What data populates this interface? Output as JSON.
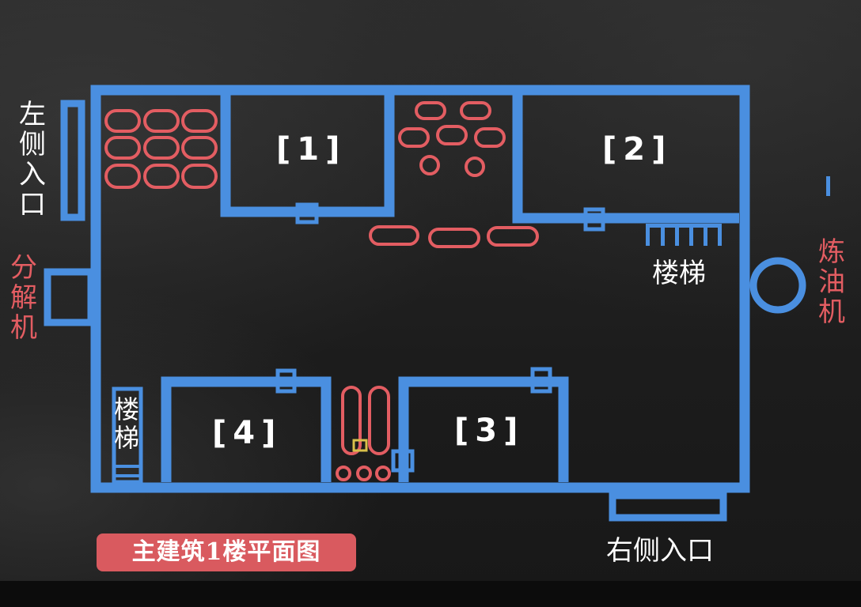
{
  "colors": {
    "wall": "#4a8fe0",
    "furniture": "#e35d62",
    "marker": "#d8c04a",
    "label_white": "#ffffff",
    "label_red": "#e35d62",
    "title_bg": "#d95a5f"
  },
  "rooms": [
    {
      "id": "room1",
      "label": "[1]"
    },
    {
      "id": "room2",
      "label": "[2]"
    },
    {
      "id": "room3",
      "label": "[3]"
    },
    {
      "id": "room4",
      "label": "[4]"
    }
  ],
  "labels": {
    "left_entrance": "左侧入口",
    "decomposer": "分解机",
    "refinery": "炼油机",
    "stairs_right": "楼梯",
    "stairs_left": "楼梯",
    "right_entrance": "右侧入口"
  },
  "title": "主建筑1楼平面图"
}
